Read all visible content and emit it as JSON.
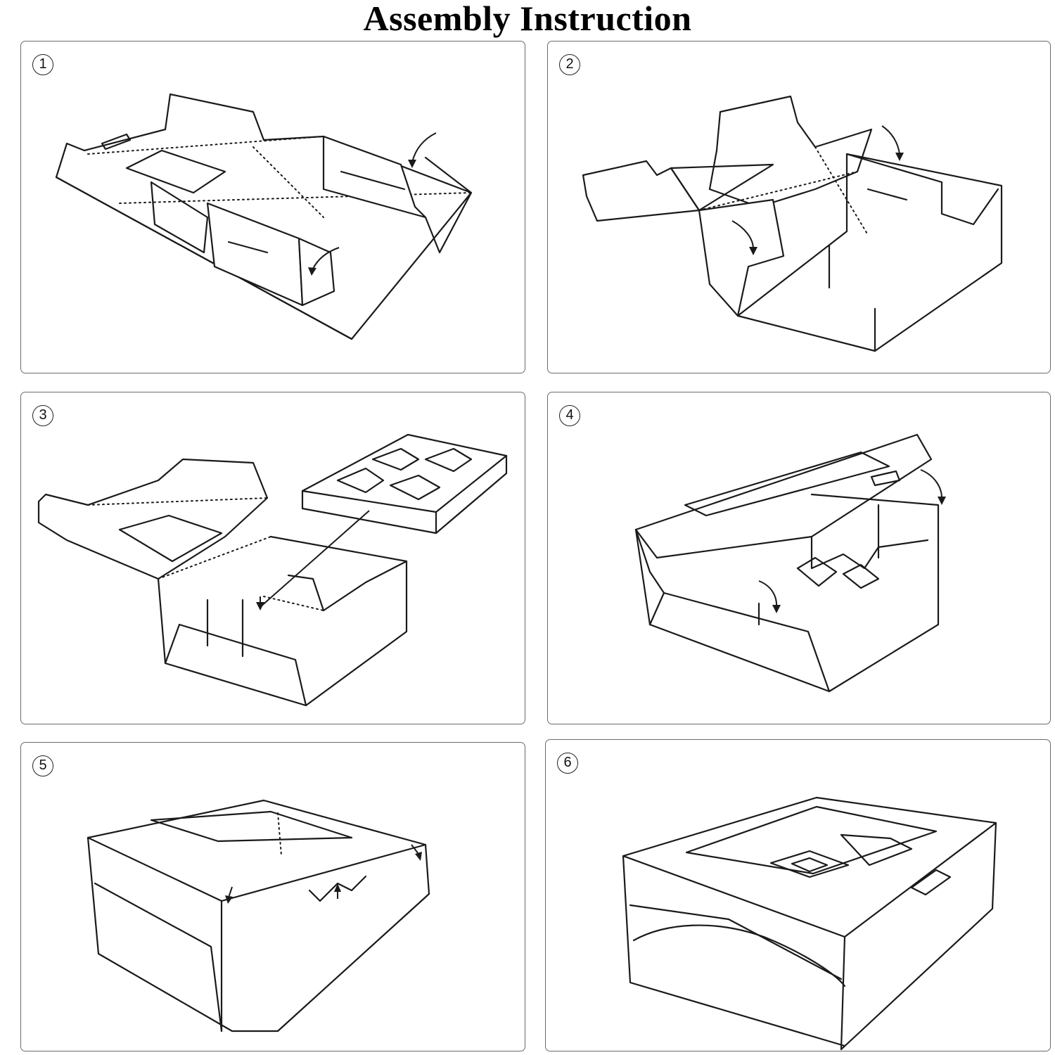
{
  "title": "Assembly Instruction",
  "steps": [
    {
      "number": "1"
    },
    {
      "number": "2"
    },
    {
      "number": "3"
    },
    {
      "number": "4"
    },
    {
      "number": "5"
    },
    {
      "number": "6"
    }
  ]
}
